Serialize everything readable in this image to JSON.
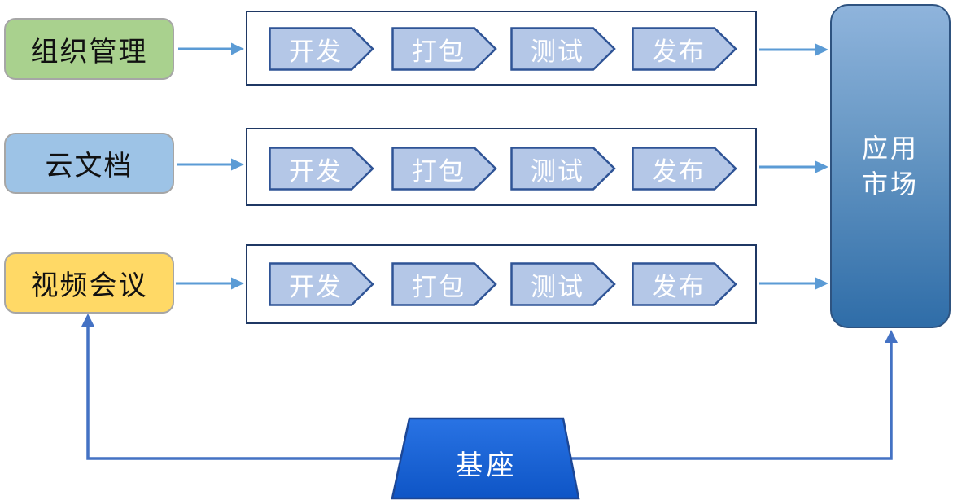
{
  "products": [
    {
      "label": "组织管理",
      "fill": "#A9D18E"
    },
    {
      "label": "云文档",
      "fill": "#9DC3E6"
    },
    {
      "label": "视频会议",
      "fill": "#FFD966"
    }
  ],
  "pipelines": [
    {
      "stages": [
        "开发",
        "打包",
        "测试",
        "发布"
      ]
    },
    {
      "stages": [
        "开发",
        "打包",
        "测试",
        "发布"
      ]
    },
    {
      "stages": [
        "开发",
        "打包",
        "测试",
        "发布"
      ]
    }
  ],
  "market": {
    "line1": "应用",
    "line2": "市场"
  },
  "base": {
    "label": "基座"
  },
  "colors": {
    "stage_fill": "#B4C7E7",
    "stage_border": "#2F5496",
    "pipeline_border": "#1F3864",
    "arrow": "#5B9BD5",
    "connector": "#4472C4",
    "market_top": "#8FB4DC",
    "market_bottom": "#2F6DA8",
    "market_border": "#2E5380",
    "base_fill_top": "#2973E4",
    "base_fill_bottom": "#0E55C6",
    "product_border": "#A6A6A6"
  }
}
